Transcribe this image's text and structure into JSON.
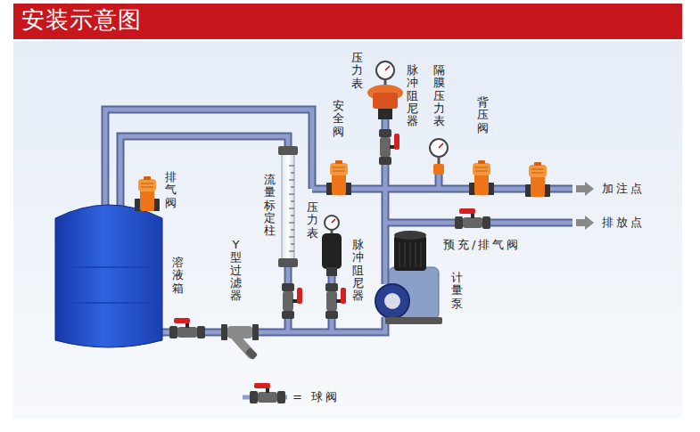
{
  "diagram": {
    "title": "安装示意图",
    "labels": [
      "压力表",
      "脉冲阻尼器",
      "隔膜压力表",
      "背压阀",
      "安全阀",
      "排气阀",
      "溶液箱",
      "Y型过滤器",
      "流量标定柱",
      "压力表",
      "脉冲阻尼器",
      "计量泵",
      "加注点",
      "排放点",
      "预充/排气阀"
    ],
    "legend": [
      {
        "text": "= 球阀"
      }
    ]
  }
}
